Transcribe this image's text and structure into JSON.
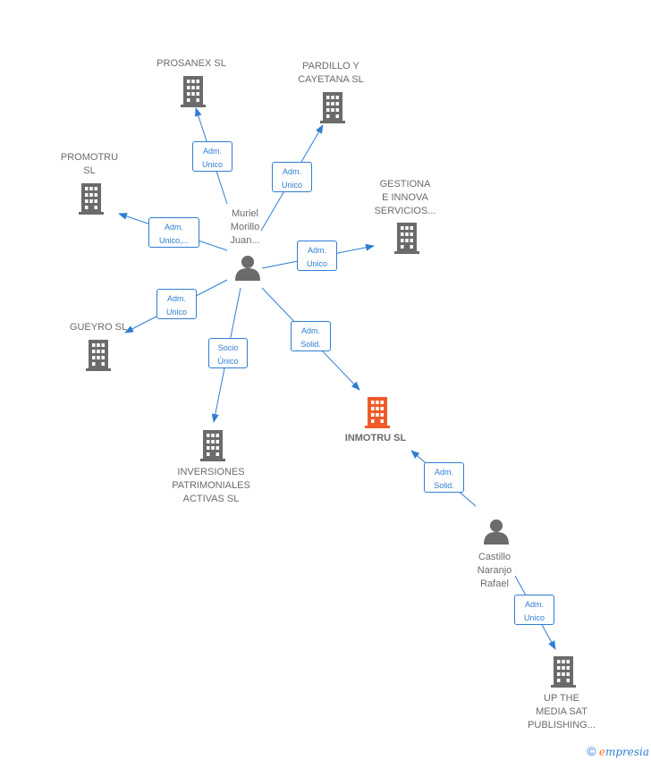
{
  "colors": {
    "edge": "#2f7dd3",
    "company": "#6b6b6b",
    "focus_company": "#f05a28",
    "person": "#6b6b6b"
  },
  "nodes": {
    "prosanex": {
      "label": "PROSANEX  SL",
      "icon": "building-icon"
    },
    "pardillo": {
      "label": "PARDILLO Y\nCAYETANA SL",
      "icon": "building-icon"
    },
    "promotru": {
      "label": "PROMOTRU\nSL",
      "icon": "building-icon"
    },
    "gestiona": {
      "label": "GESTIONA\nE INNOVA\nSERVICIOS...",
      "icon": "building-icon"
    },
    "gueyro": {
      "label": "GUEYRO SL",
      "icon": "building-icon"
    },
    "inversiones": {
      "label": "INVERSIONES\nPATRIMONIALES\nACTIVAS SL",
      "icon": "building-icon"
    },
    "inmotru": {
      "label": "INMOTRU  SL",
      "icon": "building-icon",
      "focus": true
    },
    "up_media": {
      "label": "UP THE\nMEDIA SAT\nPUBLISHING...",
      "icon": "building-icon"
    },
    "muriel": {
      "label": "Muriel\nMorillo\nJuan...",
      "icon": "person-icon"
    },
    "castillo": {
      "label": "Castillo\nNaranjo\nRafael",
      "icon": "person-icon"
    }
  },
  "relations": {
    "muriel_prosanex": [
      "Adm.",
      "Unico"
    ],
    "muriel_pardillo": [
      "Adm.",
      "Unico"
    ],
    "muriel_promotru": [
      "Adm.",
      "Unico,..."
    ],
    "muriel_gestiona": [
      "Adm.",
      "Unico"
    ],
    "muriel_gueyro": [
      "Adm.",
      "Unico"
    ],
    "muriel_inversiones": [
      "Socio",
      "Único"
    ],
    "muriel_inmotru": [
      "Adm.",
      "Solid."
    ],
    "castillo_inmotru": [
      "Adm.",
      "Solid."
    ],
    "castillo_upmedia": [
      "Adm.",
      "Unico"
    ]
  },
  "footer": {
    "copyright": "©",
    "brand_initial": "e",
    "brand_rest": "mpresia"
  }
}
